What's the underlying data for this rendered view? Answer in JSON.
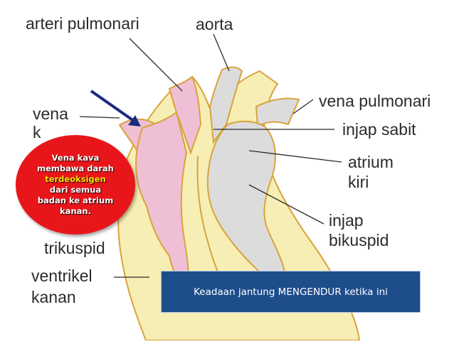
{
  "labels": {
    "arteri_pulmonari": "arteri pulmonari",
    "aorta": "aorta",
    "vena_pulmonari": "vena pulmonari",
    "injap_sabit": "injap sabit",
    "atrium": "atrium",
    "kiri": "kiri",
    "injap": "injap",
    "bikuspid": "bikuspid",
    "vena": "vena",
    "vena_k": "k",
    "trikuspid": "trikuspid",
    "ventrikel": "ventrikel",
    "kanan": "kanan"
  },
  "callout": {
    "line1": "Vena kava",
    "line2": "membawa darah",
    "line3": "terdeoksigen",
    "line4": "dari semua",
    "line5": "badan  ke atrium",
    "line6": "kanan."
  },
  "status_box": {
    "text": "Keadaan jantung MENGENDUR ketika ini"
  },
  "colors": {
    "right_side_pink": "#efbfd6",
    "left_side_grey": "#dcdcdc",
    "wall_yellow": "#f6eeb4",
    "callout_red": "#e8161b",
    "highlight_yellow": "#ffe100",
    "status_box_blue": "#1e4d8b",
    "arrow_navy": "#1c2a80"
  }
}
